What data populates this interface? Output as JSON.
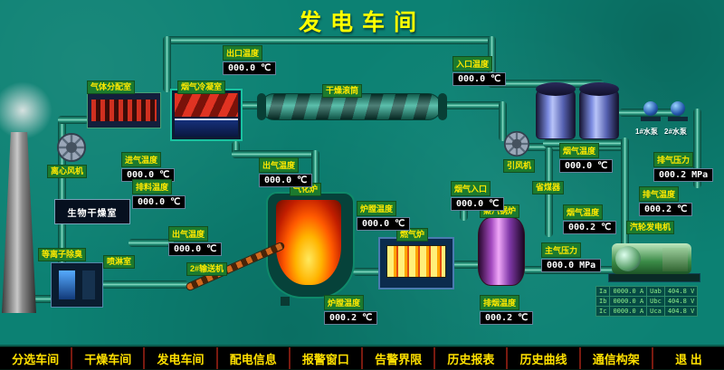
{
  "title": "发电车间",
  "colors": {
    "background": "#0c8173",
    "label_bg": "#1c7a2e",
    "label_text": "#ffe900",
    "display_bg": "#000000",
    "display_text": "#ffffff",
    "menu_bg": "#000000",
    "menu_text": "#ffe000",
    "title_color": "#ffff00",
    "pipe": "#27967d"
  },
  "equipment": {
    "gas_dist": "气体分配室",
    "condenser": "烟气冷凝室",
    "drum": "干燥滚筒",
    "cent_fan": "离心风机",
    "bio_room": "生物干燥室",
    "plasma": "等离子除臭",
    "spray": "喷淋室",
    "gasifier": "气化炉",
    "conveyor": "2#输送机",
    "gas_furnace": "燃气炉",
    "boiler": "蒸汽锅炉",
    "economizer": "省煤器",
    "ind_fan": "引风机",
    "turbine": "汽轮发电机",
    "pump1": "1#水泵",
    "pump2": "2#水泵"
  },
  "sensors": [
    {
      "label": "出口温度",
      "value": "000.0 ℃"
    },
    {
      "label": "入口温度",
      "value": "000.0 ℃"
    },
    {
      "label": "进气温度",
      "value": "000.0 ℃"
    },
    {
      "label": "排料温度",
      "value": "000.0 ℃"
    },
    {
      "label": "出气温度",
      "value": "000.0 ℃"
    },
    {
      "label": "出气温度",
      "value": "000.0 ℃"
    },
    {
      "label": "炉膛温度",
      "value": "000.0 ℃"
    },
    {
      "label": "炉膛温度",
      "value": "000.2 ℃"
    },
    {
      "label": "烟气入口",
      "value": "000.0 ℃"
    },
    {
      "label": "烟气温度",
      "value": "000.2 ℃"
    },
    {
      "label": "排烟温度",
      "value": "000.2 ℃"
    },
    {
      "label": "烟气温度",
      "value": "000.0 ℃"
    },
    {
      "label": "排气温度",
      "value": "000.2 ℃"
    },
    {
      "label": "排气压力",
      "value": "000.2 MPa"
    },
    {
      "label": "主气压力",
      "value": "000.0 MPa"
    }
  ],
  "gen_table": {
    "rows": [
      [
        "Ia",
        "0000.0 A",
        "Uab",
        "404.8 V"
      ],
      [
        "Ib",
        "0000.0 A",
        "Ubc",
        "404.8 V"
      ],
      [
        "Ic",
        "0000.0 A",
        "Uca",
        "404.8 V"
      ]
    ]
  },
  "menu": [
    "分选车间",
    "干燥车间",
    "发电车间",
    "配电信息",
    "报警窗口",
    "告警界限",
    "历史报表",
    "历史曲线",
    "通信构架",
    "退 出"
  ]
}
